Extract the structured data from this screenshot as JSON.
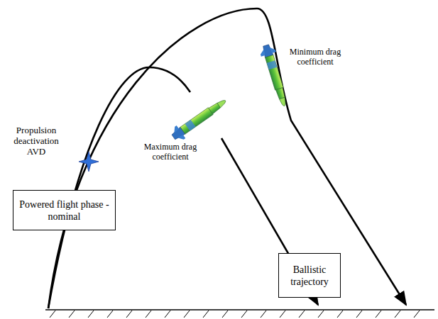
{
  "diagram": {
    "nodes": [
      {
        "text": [
          "Powered flight phase - nominal"
        ]
      },
      {
        "text": [
          "Ballistic trajectory"
        ]
      }
    ],
    "labels": [
      "Propulsion deactivation AVD",
      "Minimum drag coefficient",
      "Maximum drag coefficient"
    ]
  }
}
